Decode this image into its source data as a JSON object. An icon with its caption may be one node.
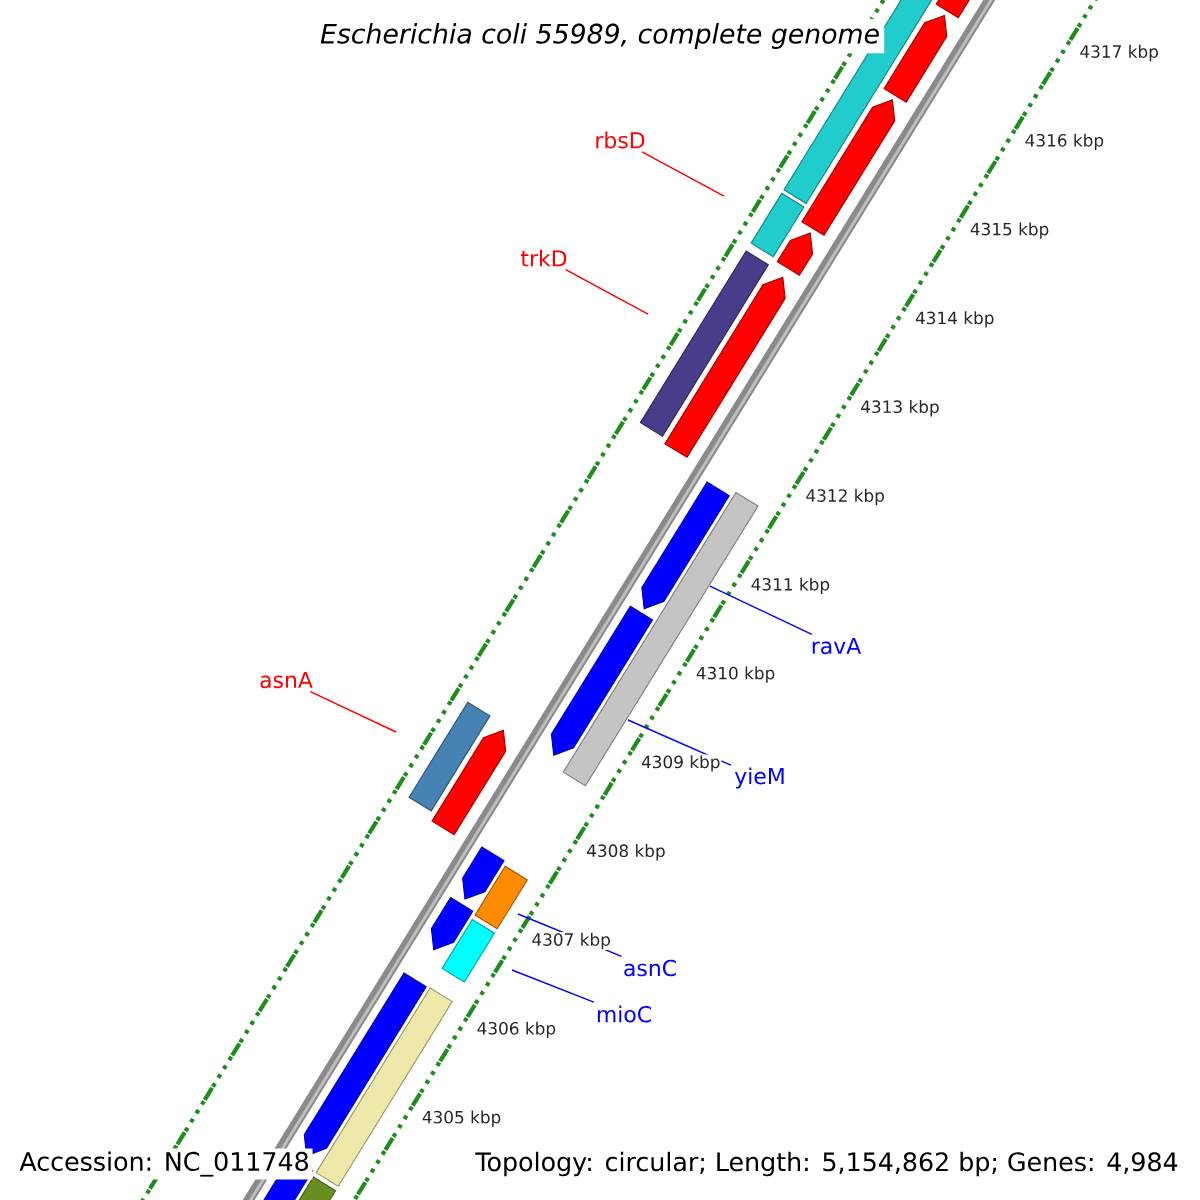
{
  "diagram": {
    "title": "Escherichia coli 55989, complete genome",
    "nodes": [
      {
        "text": [
          "rbsD"
        ]
      },
      {
        "text": [
          "trkD"
        ]
      },
      {
        "text": [
          "asnA"
        ]
      },
      {
        "text": [
          "ravA"
        ]
      },
      {
        "text": [
          "yieM"
        ]
      },
      {
        "text": [
          "asnC"
        ]
      },
      {
        "text": [
          "mioC"
        ]
      }
    ],
    "edges": [
      {
        "from": 0,
        "to": null,
        "arrow": "none",
        "color": "#ff0000"
      },
      {
        "from": 1,
        "to": null,
        "arrow": "none",
        "color": "#ff0000"
      },
      {
        "from": 2,
        "to": null,
        "arrow": "none",
        "color": "#ff0000"
      },
      {
        "from": 3,
        "to": null,
        "arrow": "none"
      },
      {
        "from": 4,
        "to": null,
        "arrow": "none"
      },
      {
        "from": 5,
        "to": null,
        "arrow": "none"
      },
      {
        "from": 6,
        "to": null,
        "arrow": "none"
      }
    ],
    "labels": [
      "4317 kbp",
      "4316 kbp",
      "4315 kbp",
      "4314 kbp",
      "4313 kbp",
      "4312 kbp",
      "4311 kbp",
      "4310 kbp",
      "4309 kbp",
      "4308 kbp",
      "4307 kbp",
      "4306 kbp",
      "4305 kbp",
      "Accession: NC_011748",
      "Topology: circular; Length: 5,154,862 bp; Genes: 4,984"
    ]
  }
}
